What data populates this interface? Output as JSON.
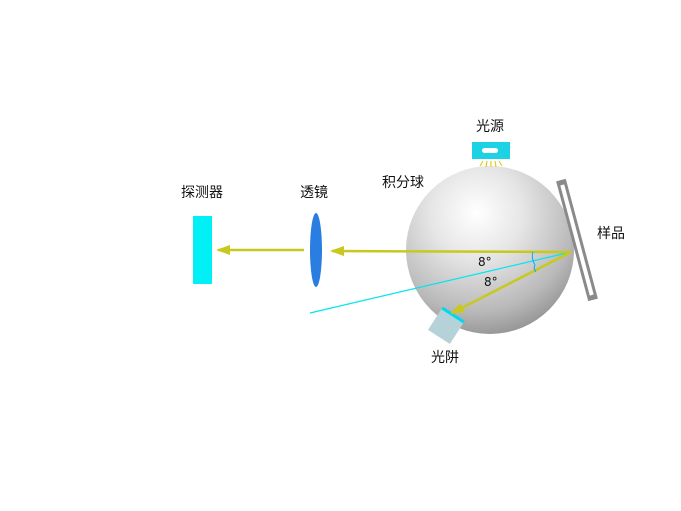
{
  "labels": {
    "light_source": "光源",
    "sphere": "积分球",
    "sample": "样品",
    "light_trap": "光阱",
    "lens": "透镜",
    "detector": "探测器"
  },
  "angles": {
    "upper": "8°",
    "lower": "8°"
  },
  "colors": {
    "sphere_light": "#ffffff",
    "sphere_dark": "#8c8c8c",
    "beam": "#c8c81e",
    "lens": "#2a7de1",
    "detector": "#00f0f5",
    "source_body": "#1ed2e6",
    "light_trap": "#b4d2d7",
    "trap_edge": "#00d7f0",
    "scatter_ray": "#00e6f0",
    "sample_holder": "#8a8a8a",
    "rays_small": "#e6c81e"
  }
}
